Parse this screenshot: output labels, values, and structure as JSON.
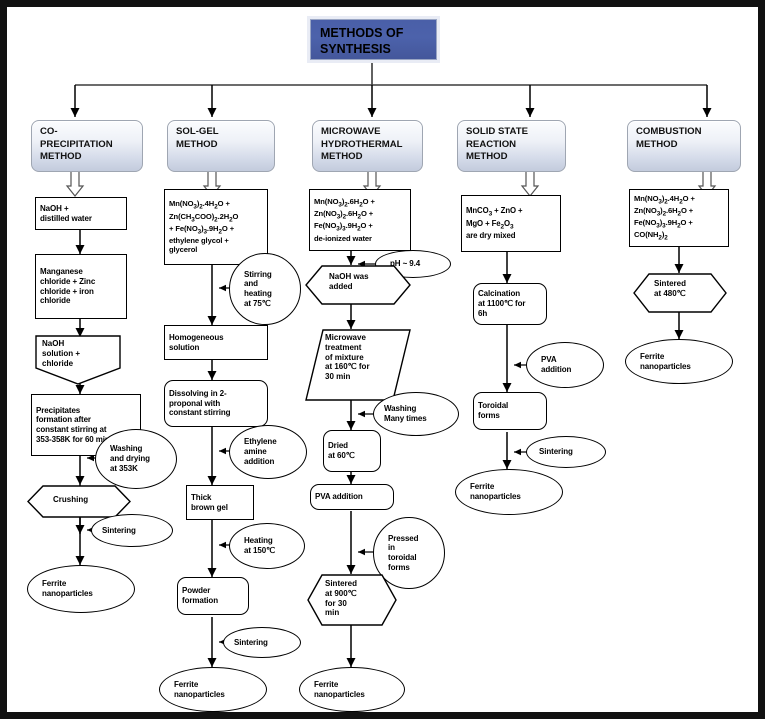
{
  "title": {
    "line1": "METHODS OF",
    "line2": "SYNTHESIS",
    "color": "#4a5fa8"
  },
  "columns": [
    {
      "id": "co-precipitation",
      "header": "CO-\nPRECIPITATION\nMETHOD",
      "nodes": [
        {
          "name": "naoh-distilled-water",
          "shape": "rect",
          "text": "NaOH +\ndistilled water"
        },
        {
          "name": "manganese-zinc-iron-chloride",
          "shape": "rect",
          "text": "Manganese\nchloride + Zinc\nchloride + iron\nchloride"
        },
        {
          "name": "naoh-solution-chloride",
          "shape": "pentagon",
          "text": "NaOH\nsolution +\nchloride"
        },
        {
          "name": "precipitates-formation",
          "shape": "rect",
          "text": "Precipitates\nformation after\nconstant stirring at\n353-358K for 60 min"
        },
        {
          "name": "washing-drying-353k",
          "shape": "ellipse",
          "text": "Washing\nand drying\nat 353K"
        },
        {
          "name": "crushing",
          "shape": "hexagon",
          "text": "Crushing"
        },
        {
          "name": "sintering",
          "shape": "ellipse",
          "text": "Sintering"
        },
        {
          "name": "ferrite-nanoparticles",
          "shape": "ellipse",
          "text": "Ferrite\nnanoparticles"
        }
      ]
    },
    {
      "id": "sol-gel",
      "header": "SOL-GEL\nMETHOD",
      "nodes": [
        {
          "name": "solgel-precursors",
          "shape": "rect",
          "text": "Mn(NO₃)₂.4H₂O +\nZn(CH₃COO)₂.2H₂O\n+ Fe(NO₃)₃.9H₂O +\nethylene glycol +\nglycerol"
        },
        {
          "name": "stirring-heating-75c",
          "shape": "circle",
          "text": "Stirring\nand\nheating\nat 75℃"
        },
        {
          "name": "homogeneous-solution",
          "shape": "rect",
          "text": "Homogeneous\nsolution"
        },
        {
          "name": "dissolving-2-proponal",
          "shape": "rrect",
          "text": "Dissolving in 2-\nproponal with\nconstant stirring"
        },
        {
          "name": "ethylene-amine-addition",
          "shape": "ellipse",
          "text": "Ethylene\namine\naddition"
        },
        {
          "name": "thick-brown-gel",
          "shape": "rect",
          "text": "Thick\nbrown gel"
        },
        {
          "name": "heating-150c",
          "shape": "ellipse",
          "text": "Heating\nat 150℃"
        },
        {
          "name": "powder-formation",
          "shape": "rrect",
          "text": "Powder\nformation"
        },
        {
          "name": "sintering",
          "shape": "ellipse",
          "text": "Sintering"
        },
        {
          "name": "ferrite-nanoparticles",
          "shape": "ellipse",
          "text": "Ferrite\nnanoparticles"
        }
      ]
    },
    {
      "id": "microwave-hydrothermal",
      "header": "MICROWAVE\nHYDROTHERMAL\nMETHOD",
      "nodes": [
        {
          "name": "microwave-precursors",
          "shape": "rect",
          "text": "Mn(NO₃)₂.6H₂O +\nZn(NO₃)₂.6H₂O +\nFe(NO₃)₃.9H₂O +\nde-ionized water"
        },
        {
          "name": "ph-value",
          "shape": "ellipse",
          "text": "pH ~ 9.4"
        },
        {
          "name": "naoh-was-added",
          "shape": "hexagon",
          "text": "NaOH was\nadded"
        },
        {
          "name": "microwave-treatment",
          "shape": "parallelogram",
          "text": "Microwave\ntreatment\nof mixture\nat 160℃ for\n30 min"
        },
        {
          "name": "washing-many-times",
          "shape": "ellipse",
          "text": "Washing\nMany times"
        },
        {
          "name": "dried-60c",
          "shape": "rrect",
          "text": "Dried\nat 60℃"
        },
        {
          "name": "pva-addition",
          "shape": "rrect",
          "text": "PVA addition"
        },
        {
          "name": "pressed-toroidal-forms",
          "shape": "circle",
          "text": "Pressed\nin\ntoroidal\nforms"
        },
        {
          "name": "sintered-900c",
          "shape": "hexagon",
          "text": "Sintered\nat 900℃\nfor 30\nmin"
        },
        {
          "name": "ferrite-nanoparticles",
          "shape": "ellipse",
          "text": "Ferrite\nnanoparticles"
        }
      ]
    },
    {
      "id": "solid-state-reaction",
      "header": "SOLID STATE\nREACTION\nMETHOD",
      "nodes": [
        {
          "name": "solidstate-precursors",
          "shape": "rect",
          "text": "MnCO₃ + ZnO +\nMgO + Fe₂O₃\nare dry mixed"
        },
        {
          "name": "calcination-1100c",
          "shape": "rrect",
          "text": "Calcination\nat 1100℃ for\n6h"
        },
        {
          "name": "pva-addition",
          "shape": "ellipse",
          "text": "PVA\naddition"
        },
        {
          "name": "toroidal-forms",
          "shape": "rrect",
          "text": "Toroidal\nforms"
        },
        {
          "name": "sintering",
          "shape": "ellipse",
          "text": "Sintering"
        },
        {
          "name": "ferrite-nanoparticles",
          "shape": "ellipse",
          "text": "Ferrite\nnanoparticles"
        }
      ]
    },
    {
      "id": "combustion",
      "header": "COMBUSTION\nMETHOD",
      "nodes": [
        {
          "name": "combustion-precursors",
          "shape": "rect",
          "text": "Mn(NO₃)₂.4H₂O +\nZn(NO₃)₂.6H₂O +\nFe(NO₃)₃.9H₂O +\nCO(NH₂)₂"
        },
        {
          "name": "sintered-480c",
          "shape": "hexagon",
          "text": "Sintered\nat 480℃"
        },
        {
          "name": "ferrite-nanoparticles",
          "shape": "ellipse",
          "text": "Ferrite\nnanoparticles"
        }
      ]
    }
  ]
}
